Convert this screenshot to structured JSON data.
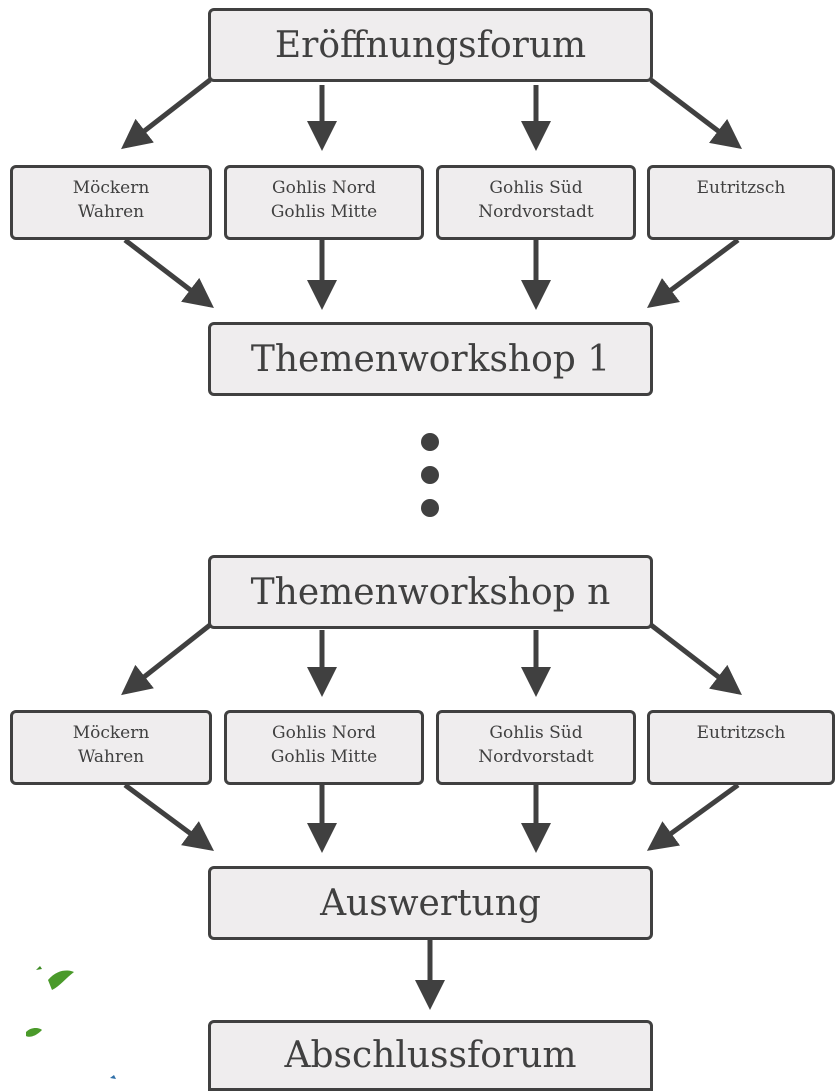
{
  "nodes": {
    "eroeffnungsforum": "Eröffnungsforum",
    "themenworkshop_1": "Themenworkshop 1",
    "themenworkshop_n": "Themenworkshop n",
    "auswertung": "Auswertung",
    "abschlussforum": "Abschlussforum"
  },
  "districts_round_1": [
    {
      "line1": "Möckern",
      "line2": "Wahren"
    },
    {
      "line1": "Gohlis Nord",
      "line2": "Gohlis Mitte"
    },
    {
      "line1": "Gohlis Süd",
      "line2": "Nordvorstadt"
    },
    {
      "line1": "Eutritzsch",
      "line2": ""
    }
  ],
  "districts_round_2": [
    {
      "line1": "Möckern",
      "line2": "Wahren"
    },
    {
      "line1": "Gohlis Nord",
      "line2": "Gohlis Mitte"
    },
    {
      "line1": "Gohlis Süd",
      "line2": "Nordvorstadt"
    },
    {
      "line1": "Eutritzsch",
      "line2": ""
    }
  ],
  "colors": {
    "stroke": "#404040",
    "fill": "#efedee",
    "leaf": "#4a9a2a"
  }
}
